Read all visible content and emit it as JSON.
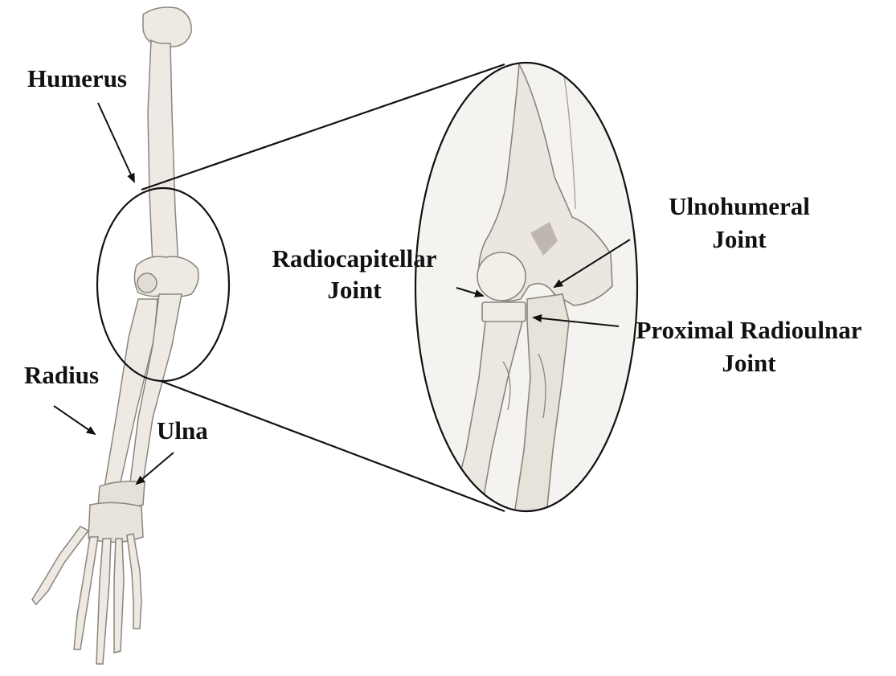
{
  "labels": {
    "humerus": "Humerus",
    "radius": "Radius",
    "ulna": "Ulna",
    "radiocapitellar_line1": "Radiocapitellar",
    "radiocapitellar_line2": "Joint",
    "ulnohumeral_line1": "Ulnohumeral",
    "ulnohumeral_line2": "Joint",
    "proximal_line1": "Proximal Radioulnar",
    "proximal_line2": "Joint"
  },
  "colors": {
    "ink": "#111111",
    "bone_fill": "#eeeae3",
    "bone_shade": "#a9a39a",
    "panel_bg": "#f4f3f0"
  }
}
